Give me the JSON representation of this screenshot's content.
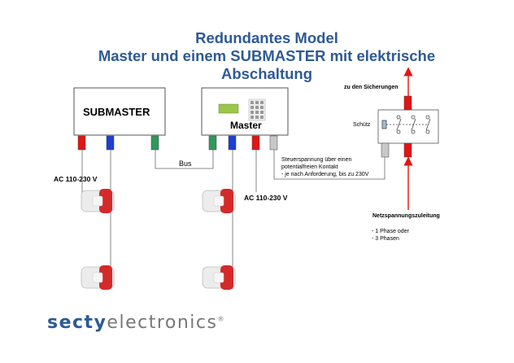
{
  "title": {
    "line1": "Redundantes Model",
    "line2": "Master und einem SUBMASTER mit elektrische",
    "line3": "Abschaltung"
  },
  "submaster": {
    "label": "SUBMASTER"
  },
  "master": {
    "label": "Master"
  },
  "bus_label": "Bus",
  "ac_left": "AC 110-230 V",
  "ac_right": "AC 110-230 V",
  "control_note": {
    "line1": "Steuerspannung über einen",
    "line2": "potentialfreien Kontakt",
    "line3": "- je nach Anforderung, bis zu 230V"
  },
  "fuses_label": "zu den Sicherungen",
  "contactor_label": "Schütz",
  "supply": {
    "title": "Netzspannungszuleitung",
    "option1": "-  1 Phase oder",
    "option2": "-  3 Phasen"
  },
  "logo": {
    "part1": "secty",
    "part2": "electronics",
    "mark": "®"
  },
  "colors": {
    "title": "#2e5a94",
    "red_terminal": "#e41414",
    "blue_terminal": "#1c3fd6",
    "green_terminal": "#2e9a5a",
    "grey_terminal": "#c8c8c8",
    "arrow": "#e41414",
    "lcd": "#9bc64a"
  }
}
